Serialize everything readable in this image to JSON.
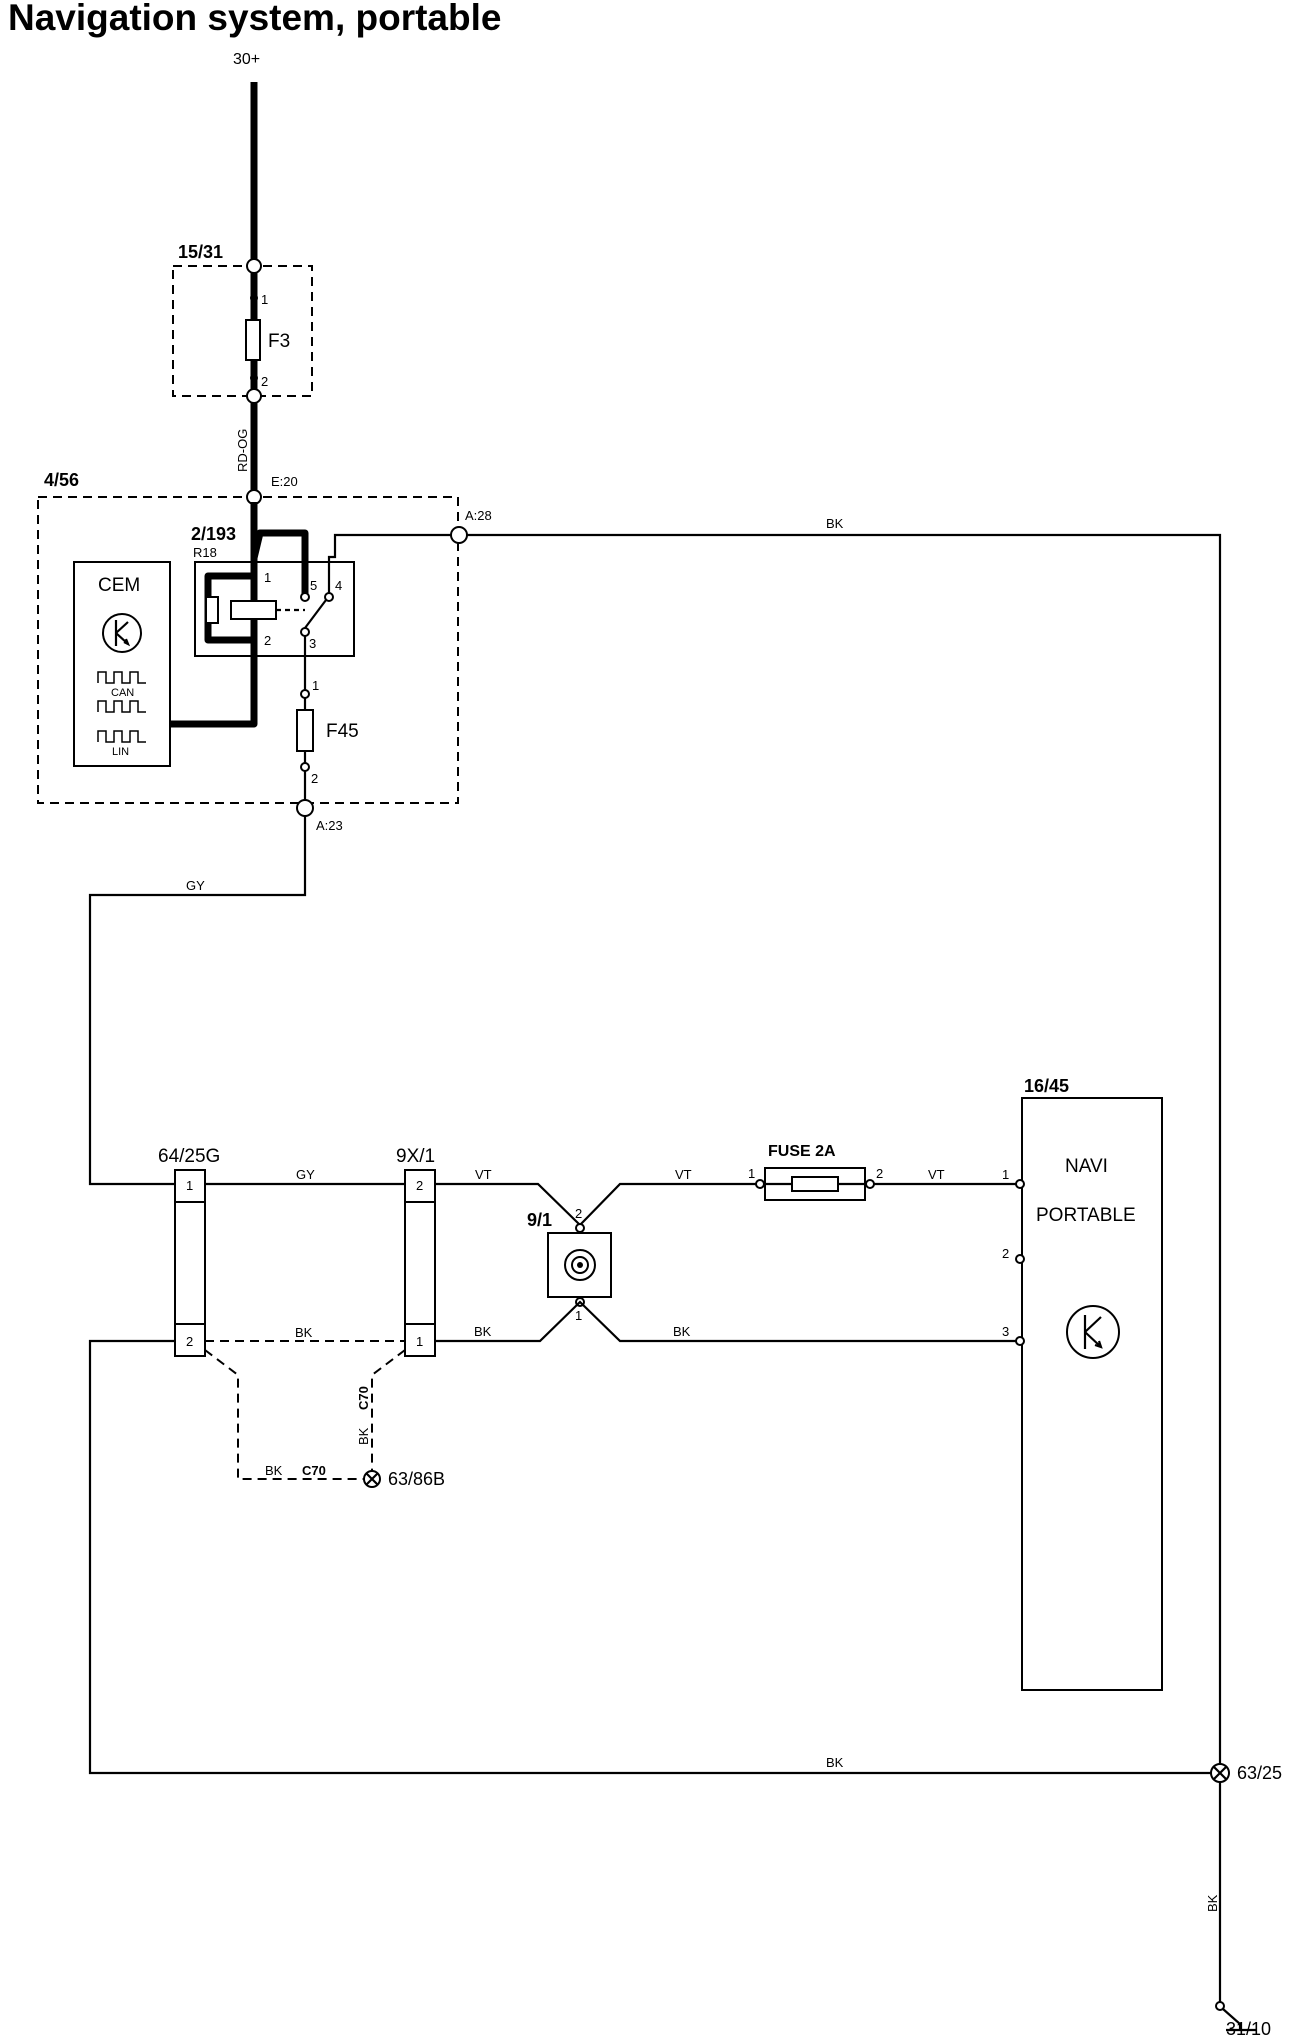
{
  "title": "Navigation system, portable",
  "supply": "30+",
  "fuse_box": {
    "id": "15/31",
    "fuse": "F3",
    "pin_top": "1",
    "pin_bottom": "2"
  },
  "wire_colors": {
    "rd_og": "RD-OG",
    "gy": "GY",
    "bk": "BK",
    "vt": "VT"
  },
  "cem_unit": {
    "id": "4/56",
    "cem": "CEM",
    "can": "CAN",
    "lin": "LIN",
    "conn_e20": "E:20",
    "conn_a28": "A:28",
    "conn_a23": "A:23",
    "relay": {
      "id": "2/193",
      "ref": "R18",
      "pins": [
        "1",
        "2",
        "3",
        "4",
        "5"
      ]
    },
    "fuse": {
      "name": "F45",
      "pin_top": "1",
      "pin_bottom": "2"
    }
  },
  "connectors": {
    "c1": {
      "id": "64/25G",
      "pin_top": "1",
      "pin_bottom": "2"
    },
    "c2": {
      "id": "9X/1",
      "pin_top": "2",
      "pin_bottom": "1"
    }
  },
  "antenna": {
    "id": "9/1",
    "pin_top": "2",
    "pin_bottom": "1"
  },
  "inline_fuse": {
    "label": "FUSE 2A",
    "pin_left": "1",
    "pin_right": "2"
  },
  "navi": {
    "id": "16/45",
    "line1": "NAVI",
    "line2": "PORTABLE",
    "pins": [
      "1",
      "2",
      "3"
    ]
  },
  "grounds": {
    "g1": "63/86B",
    "g2": "63/25",
    "g3": "31/10"
  },
  "harness": "C70"
}
